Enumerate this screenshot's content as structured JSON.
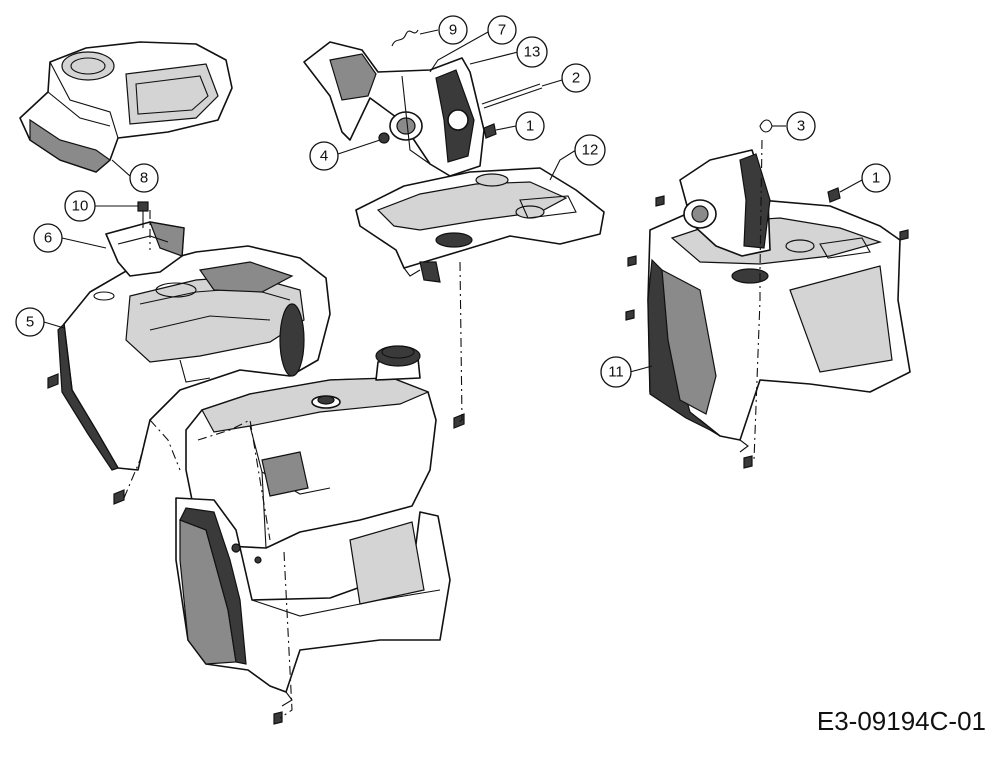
{
  "drawing_code": "E3-09194C-01",
  "callouts": {
    "c1a": "1",
    "c1b": "1",
    "c2": "2",
    "c3": "3",
    "c4": "4",
    "c5": "5",
    "c6": "6",
    "c7": "7",
    "c8": "8",
    "c9": "9",
    "c10": "10",
    "c11": "11",
    "c12": "12",
    "c13": "13"
  }
}
